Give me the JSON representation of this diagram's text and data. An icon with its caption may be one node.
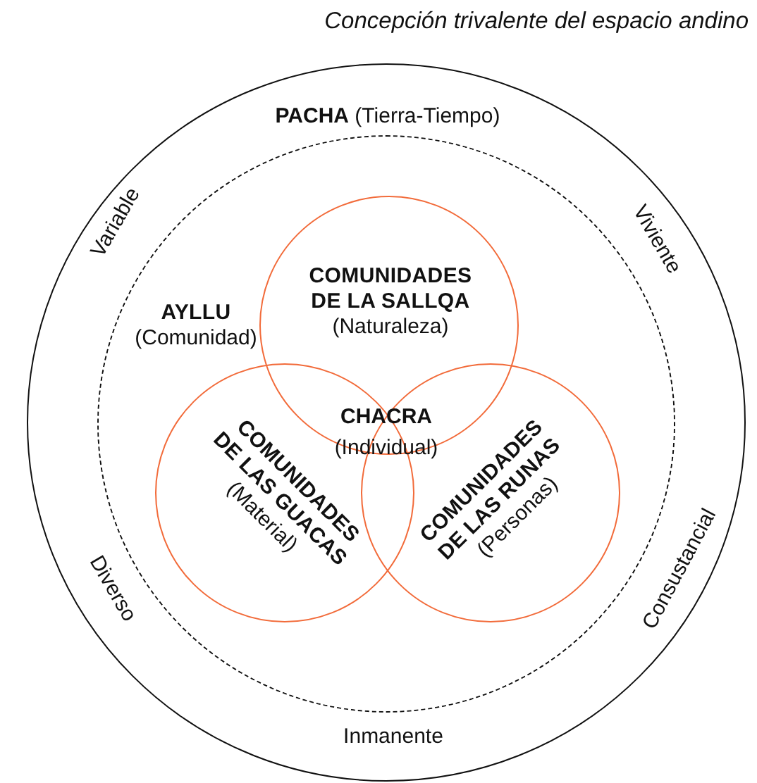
{
  "diagram": {
    "title": "Concepción trivalente del espacio andino",
    "nodes": [
      {
        "text": [
          "**PACHA** (Tierra-Tiempo)"
        ]
      },
      {
        "text": [
          "AYLLU",
          "(Comunidad)"
        ],
        "in": 0
      },
      {
        "text": [
          "COMUNIDADES DE LA SALLQA",
          "(Naturaleza)"
        ],
        "in": 1
      },
      {
        "text": [
          "COMUNIDADES DE LAS GUACAS",
          "(Material)"
        ],
        "in": 1
      },
      {
        "text": [
          "COMUNIDADES DE LAS RUNAS",
          "(Personas)"
        ],
        "in": 1
      }
    ],
    "labels": [
      "Variable",
      "Viviente",
      "CHACRA",
      "(Individual)",
      "Diverso",
      "Consustancial",
      "Inmanente"
    ]
  }
}
